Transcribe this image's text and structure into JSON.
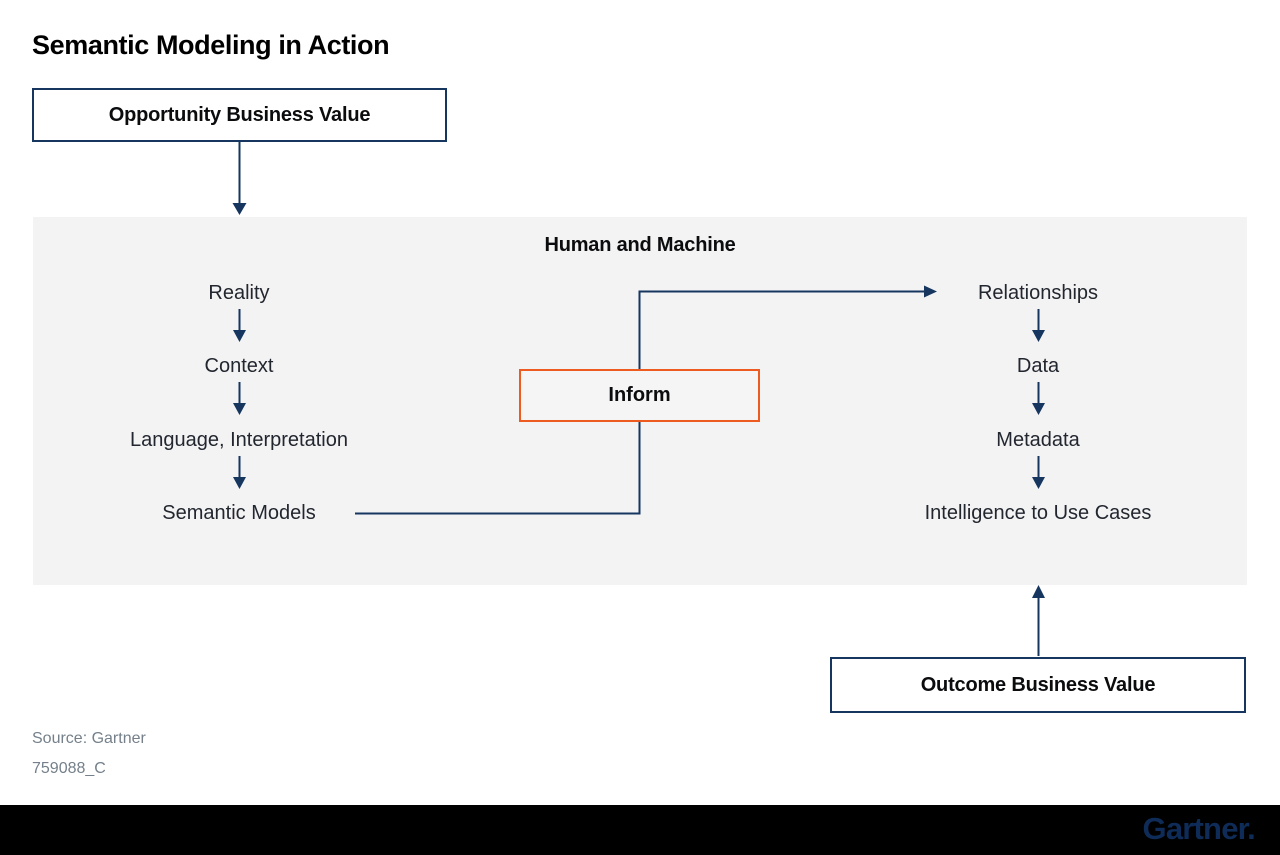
{
  "title": "Semantic Modeling in Action",
  "boxes": {
    "opportunity": "Opportunity Business Value",
    "inform": "Inform",
    "outcome": "Outcome Business Value"
  },
  "panel": {
    "title": "Human and Machine",
    "left_column": [
      "Reality",
      "Context",
      "Language, Interpretation",
      "Semantic Models"
    ],
    "right_column": [
      "Relationships",
      "Data",
      "Metadata",
      "Intelligence to Use Cases"
    ]
  },
  "footer": {
    "source": "Source: Gartner",
    "note": "759088_C",
    "logo": "Gartner."
  },
  "colors": {
    "line_navy": "#16365f",
    "box_border_navy": "#16365f",
    "inform_orange": "#ee5b21",
    "panel_background": "#f3f3f4",
    "footer_bar": "#000000",
    "logo_navy": "#0e2c57",
    "muted_text": "#75808a"
  }
}
